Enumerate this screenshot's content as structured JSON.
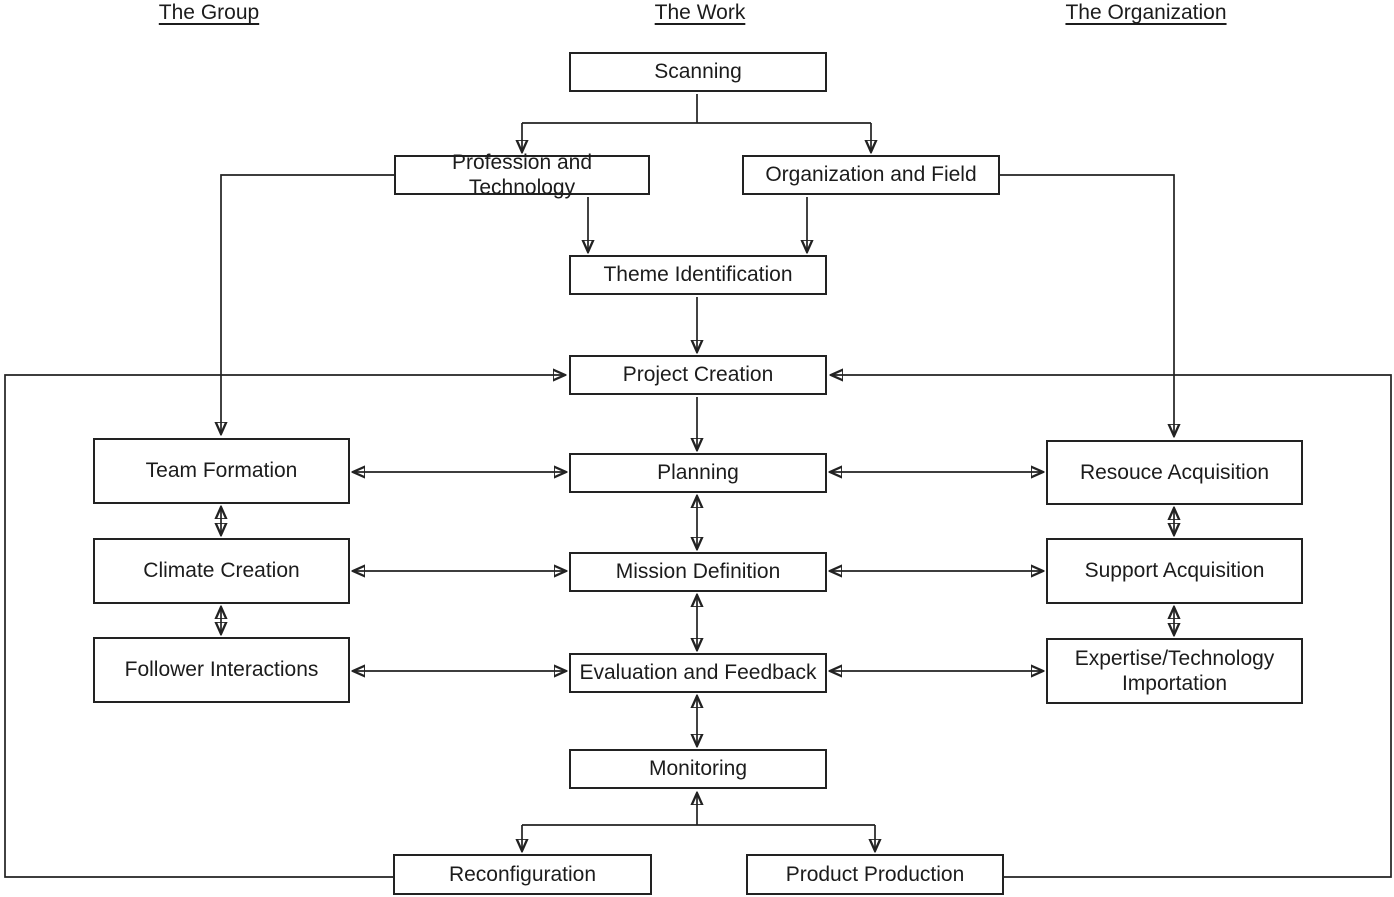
{
  "figure": {
    "headers": {
      "group": "The Group",
      "work": "The Work",
      "organization": "The Organization"
    },
    "nodes": {
      "scanning": {
        "label": "Scanning",
        "column": "work"
      },
      "profession_and_technology": {
        "label": "Profession and Technology",
        "column": "work"
      },
      "organization_and_field": {
        "label": "Organization and Field",
        "column": "work"
      },
      "theme_identification": {
        "label": "Theme Identification",
        "column": "work"
      },
      "project_creation": {
        "label": "Project Creation",
        "column": "work"
      },
      "planning": {
        "label": "Planning",
        "column": "work"
      },
      "mission_definition": {
        "label": "Mission Definition",
        "column": "work"
      },
      "evaluation_and_feedback": {
        "label": "Evaluation and Feedback",
        "column": "work"
      },
      "monitoring": {
        "label": "Monitoring",
        "column": "work"
      },
      "reconfiguration": {
        "label": "Reconfiguration",
        "column": "work"
      },
      "product_production": {
        "label": "Product Production",
        "column": "work"
      },
      "team_formation": {
        "label": "Team Formation",
        "column": "group"
      },
      "climate_creation": {
        "label": "Climate Creation",
        "column": "group"
      },
      "follower_interactions": {
        "label": "Follower Interactions",
        "column": "group"
      },
      "resouce_acquisition": {
        "label": "Resouce Acquisition",
        "column": "organization"
      },
      "support_acquisition": {
        "label": "Support Acquisition",
        "column": "organization"
      },
      "expertise_technology_importation": {
        "label": "Expertise/Technology Importation",
        "column": "organization"
      }
    },
    "edges": [
      {
        "from": "scanning",
        "to": "profession_and_technology",
        "dir": "forward"
      },
      {
        "from": "scanning",
        "to": "organization_and_field",
        "dir": "forward"
      },
      {
        "from": "profession_and_technology",
        "to": "theme_identification",
        "dir": "forward"
      },
      {
        "from": "organization_and_field",
        "to": "theme_identification",
        "dir": "forward"
      },
      {
        "from": "profession_and_technology",
        "to": "team_formation",
        "dir": "forward"
      },
      {
        "from": "organization_and_field",
        "to": "resouce_acquisition",
        "dir": "forward"
      },
      {
        "from": "theme_identification",
        "to": "project_creation",
        "dir": "forward"
      },
      {
        "from": "project_creation",
        "to": "planning",
        "dir": "forward"
      },
      {
        "from": "planning",
        "to": "mission_definition",
        "dir": "both"
      },
      {
        "from": "mission_definition",
        "to": "evaluation_and_feedback",
        "dir": "both"
      },
      {
        "from": "evaluation_and_feedback",
        "to": "monitoring",
        "dir": "both"
      },
      {
        "from": "bottom_junction",
        "to": "monitoring",
        "dir": "forward"
      },
      {
        "from": "monitoring",
        "to": "reconfiguration",
        "dir": "forward"
      },
      {
        "from": "monitoring",
        "to": "product_production",
        "dir": "forward"
      },
      {
        "from": "team_formation",
        "to": "planning",
        "dir": "both"
      },
      {
        "from": "climate_creation",
        "to": "mission_definition",
        "dir": "both"
      },
      {
        "from": "follower_interactions",
        "to": "evaluation_and_feedback",
        "dir": "both"
      },
      {
        "from": "planning",
        "to": "resouce_acquisition",
        "dir": "both"
      },
      {
        "from": "mission_definition",
        "to": "support_acquisition",
        "dir": "both"
      },
      {
        "from": "evaluation_and_feedback",
        "to": "expertise_technology_importation",
        "dir": "both"
      },
      {
        "from": "team_formation",
        "to": "climate_creation",
        "dir": "both"
      },
      {
        "from": "climate_creation",
        "to": "follower_interactions",
        "dir": "both"
      },
      {
        "from": "resouce_acquisition",
        "to": "support_acquisition",
        "dir": "both"
      },
      {
        "from": "support_acquisition",
        "to": "expertise_technology_importation",
        "dir": "both"
      },
      {
        "from": "reconfiguration",
        "to": "project_creation",
        "dir": "forward",
        "via": "outer-left-loop"
      },
      {
        "from": "product_production",
        "to": "project_creation",
        "dir": "forward",
        "via": "outer-right-loop"
      }
    ],
    "colors": {
      "line": "#222222",
      "text": "#1c1c1c",
      "background": "#ffffff"
    }
  }
}
